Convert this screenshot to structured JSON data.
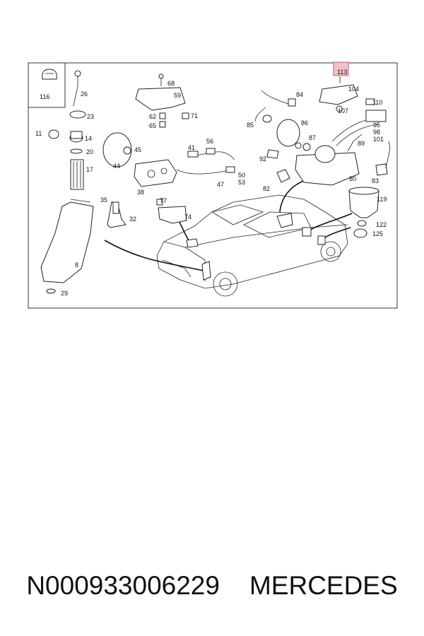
{
  "labels": {
    "p116": "116",
    "p26": "26",
    "p23": "23",
    "p11": "11",
    "p14": "14",
    "p20": "20",
    "p17": "17",
    "p35": "35",
    "p32": "32",
    "p8": "8",
    "p29": "29",
    "p68": "68",
    "p59": "59",
    "p62": "62",
    "p65": "65",
    "p71": "71",
    "p45": "45",
    "p44": "44",
    "p41": "41",
    "p56": "56",
    "p50": "50",
    "p53": "53",
    "p47": "47",
    "p38": "38",
    "p77": "77",
    "p74": "74",
    "p84": "84",
    "p85": "85",
    "p86": "86",
    "p87": "87",
    "p92": "92",
    "p82": "82",
    "p89": "89",
    "p80": "80",
    "p83": "83",
    "p113": "113",
    "p104": "104",
    "p110": "110",
    "p107": "107",
    "p95": "95",
    "p98": "98",
    "p101": "101",
    "p119": "119",
    "p122": "122",
    "p125": "125"
  },
  "caption": {
    "part_number": "N000933006229",
    "brand": "MERCEDES"
  },
  "highlight_color": "#e8a0a8"
}
